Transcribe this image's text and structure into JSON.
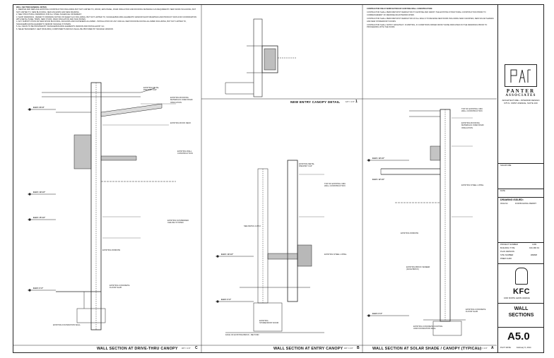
{
  "general_notes": {
    "heading": "WALL SECTION GENERAL NOTES:",
    "items": [
      "1. REMOVE AND REPLACE EXISTING CONSTRUCTION INCLUDING BUT NOT LIMITED TO, WOOD, EIFS PANEL, RIGID INSULATION AND ROOFING MATERIALS AS REQUIRED BY NEW WORK INCLUDING, BUT NOT LIMITED TO, NEW BLOCKING, NEW ANCHORS AND NEW FRAMING.",
      "2. SEE STRUCTURAL DRAWINGS FOR ALL STEEL SCHEDULE OR REMEDY.",
      "3. SHOP DRAWINGS - REFER TO DRAWING NOTES ON SHEET A4.0 INCLUDING, BUT NOT LIMITED TO, SIGNAGE/BUILDING ELEMENTS VENDOR SHOP DRAWINGS AND PRODUCT DATA FOR COORDINATION WITH METAL PANEL TRIMS, NEW STUDS, RIGID INSULATION AND SIGN BOXES.",
      "4. ANY SUBSTITUTION OR NEW WOOD BLOCKING, ANCHORS AND FASTENERS ALLOWED - INSTALLATION OF ANY AND ALL NEW WOOD BLOCKING ALLOWED INCLUDING, BUT NOT LIMITED TO, SIGNAGE/BUILDING ELEMENTS VENDOR SIGNAGE SYSTEMS.",
      "5. ALL SIGNS TO BE PROVIDED BY SIGNAGE/BUILDING ELEMENTS VENDOR AND INSTALLED BY GC.",
      "6. SELECTED ENERGY HEAT (BUILDING) COMPONENTS DETAILS SHALL BE PROVIDED BY SIGNAGE VENDOR."
    ]
  },
  "contractor_notes": {
    "heading": "CONTRACTOR FIELD VERIFICATION OF EXISTING WALL CONSTRUCTION:",
    "items": [
      "CONTRACTOR SHALL PERFORM SPOT DEMOLITION TO EXPOSE AND VERIFY THE EXISTING STRUCTURAL CONSTRUCTION PRIOR TO COMMENCEMENT OF REMODELING/INTERIOR WORK.",
      "CONTRACTOR SHALL PERFORM SPOT DEMOLITION AT ALL WALLS TO RECEIVE NEW WORK INCLUDING NEW CANOPIES, NEW SOLAR SHADES AND NEW STOREFRONT DOORS.",
      "CONTRACTOR SHALL NOTIFY ARCHITECT, IN WRITING, IF CONDITIONS DIFFER FROM THOSE INDICATED ON THE DRAWINGS PRIOR TO PROCEEDING WITH THE WORK."
    ]
  },
  "detail_1": {
    "title": "NEW ENTRY CANOPY DETAIL",
    "scale": "1/4\" = 1'-0\"",
    "number": "1"
  },
  "section_c": {
    "title": "WALL SECTION AT DRIVE-THRU CANOPY",
    "scale": "3/4\" = 1'-0\"",
    "number": "C"
  },
  "section_b": {
    "title": "WALL SECTION AT ENTRY CANOPY",
    "scale": "3/4\" = 1'-0\"",
    "number": "B"
  },
  "section_a": {
    "title": "WALL SECTION AT SOLAR SHADE / CANOPY (TYPICAL)",
    "scale": "3/4\" = 1'-0\"",
    "number": "A"
  },
  "labels_c": [
    "EXISTING METAL\nPARAPET CAP",
    "EXISTING ROOFING\nMATERIALS OVER RIGID\nINSULATION",
    "EXISTING ROOF DECK",
    "EXISTING WALL\nCONSTRUCTION",
    "EXISTING SUSPENDED\nCEILING SYSTEM",
    "EXISTING WINDOW",
    "EXISTING CONCRETE\nFLOOR SLAB",
    "EXISTING FOUNDATION WALL"
  ],
  "labels_b": [
    "EXISTING METAL\nPARAPET CAP",
    "TOP OF EXISTING CMU\nWALL CONSTRUCTION",
    "SEE DETAIL 1/A5.0",
    "EXISTING STEEL LINTEL",
    "EXISTING\nSTOREFRONT DOOR",
    "FACE OF EXISTING BRICK - BEYOND"
  ],
  "labels_a": [
    "TOP OF EXISTING CMU\nWALL CONSTRUCTION",
    "EXISTING ROOFING\nMATERIALS OVER RIGID\nINSULATION",
    "EXISTING STEEL LINTEL",
    "EXISTING WINDOW",
    "EXISTING BRICK VENEER\n(FACE BRICK)",
    "EXISTING CONCRETE\nFLOOR SLAB",
    "EXISTING CONCRETE FOOTING\nAND FOUNDATION WALL"
  ],
  "elevations": {
    "parapet_c": "ELEV: 23'-8\"",
    "tos_c": "ELEV: 19'-10\"",
    "canopy_c": "ELEV: 15'-10\"",
    "floor_c": "ELEV: 0'-0\"",
    "tos_b": "ELEV: 19'-10\"",
    "floor_b": "ELEV: 0'-0\"",
    "tos_a": "ELEV: 19'-10\"",
    "shade_a": "ELEV: 12'-10\"",
    "floor_a": "ELEV: 0'-0\""
  },
  "title_block": {
    "firm_line1": "PANTER",
    "firm_line2": "ASSOCIATES",
    "firm_sub": "ARCHITECTURE • INTERIOR DESIGN",
    "firm_addr": "675 N. FIRST AVENUE, SUITE 100",
    "signature_label": "SIGNATURE",
    "date_label": "DATE",
    "issued_label": "DRAWING ISSUED:",
    "issue_date": "03/12/14",
    "issue_desc": "FOR BUILDING PERMIT",
    "project_number_label": "PROJECT NUMBER",
    "project_number": "1409",
    "building_type_label": "BUILDING TYPE",
    "building_type": "KFC-BR K3",
    "plan_version_label": "PLAN VERSION",
    "site_number_label": "SITE NUMBER",
    "site_number": "######",
    "prem_chkd_label": "PREM CHKD",
    "client": "KFC",
    "client_addr": "1600 NORTH LEWIS AVENUE",
    "sheet_title": "WALL SECTIONS",
    "sheet_number": "A5.0",
    "plot_label": "PLOT DATE:",
    "plot_date": "February 5, 2014"
  }
}
